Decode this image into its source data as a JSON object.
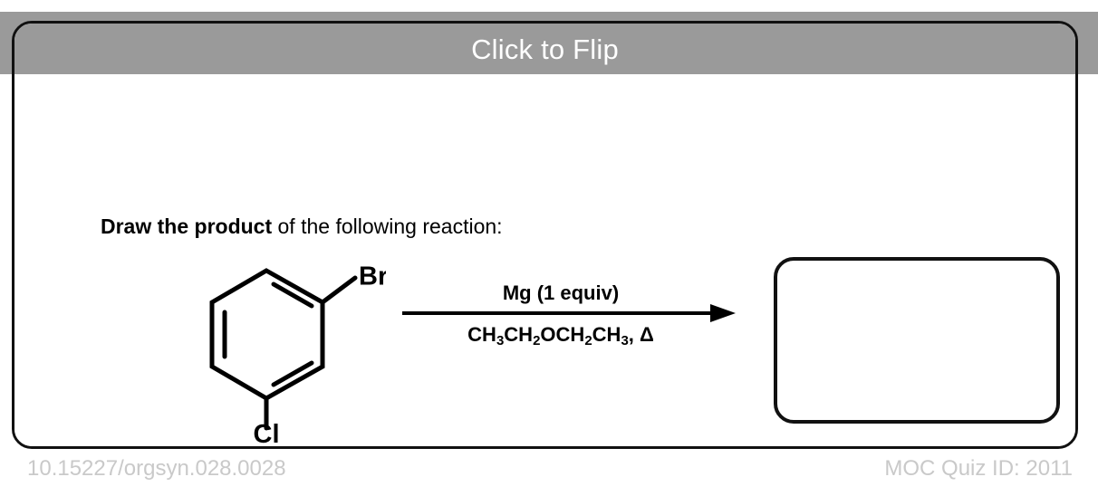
{
  "header": {
    "title": "Click to Flip",
    "background_color": "#9a9a9a",
    "text_color": "#ffffff"
  },
  "question": {
    "prompt_bold": "Draw the product",
    "prompt_rest": " of the following reaction:"
  },
  "reaction": {
    "starting_material": {
      "name": "1-bromo-3-chlorobenzene",
      "core": "benzene-ring",
      "substituent_top_right": "Br",
      "substituent_bottom": "Cl"
    },
    "arrow": {
      "reagent_above": "Mg (1 equiv)",
      "solvent_formula_parts": [
        {
          "text": "CH"
        },
        {
          "sub": "3"
        },
        {
          "text": "CH"
        },
        {
          "sub": "2"
        },
        {
          "text": "OCH"
        },
        {
          "sub": "2"
        },
        {
          "text": "CH"
        },
        {
          "sub": "3"
        },
        {
          "text": ", Δ"
        }
      ],
      "solvent_plain": "CH3CH2OCH2CH3, Δ",
      "icon": "reaction-arrow-icon"
    },
    "product_box": {
      "content": "",
      "placeholder": ""
    }
  },
  "footer": {
    "left": "10.15227/orgsyn.028.0028",
    "right": "MOC Quiz ID: 2011",
    "text_color": "#c9c9c9"
  }
}
